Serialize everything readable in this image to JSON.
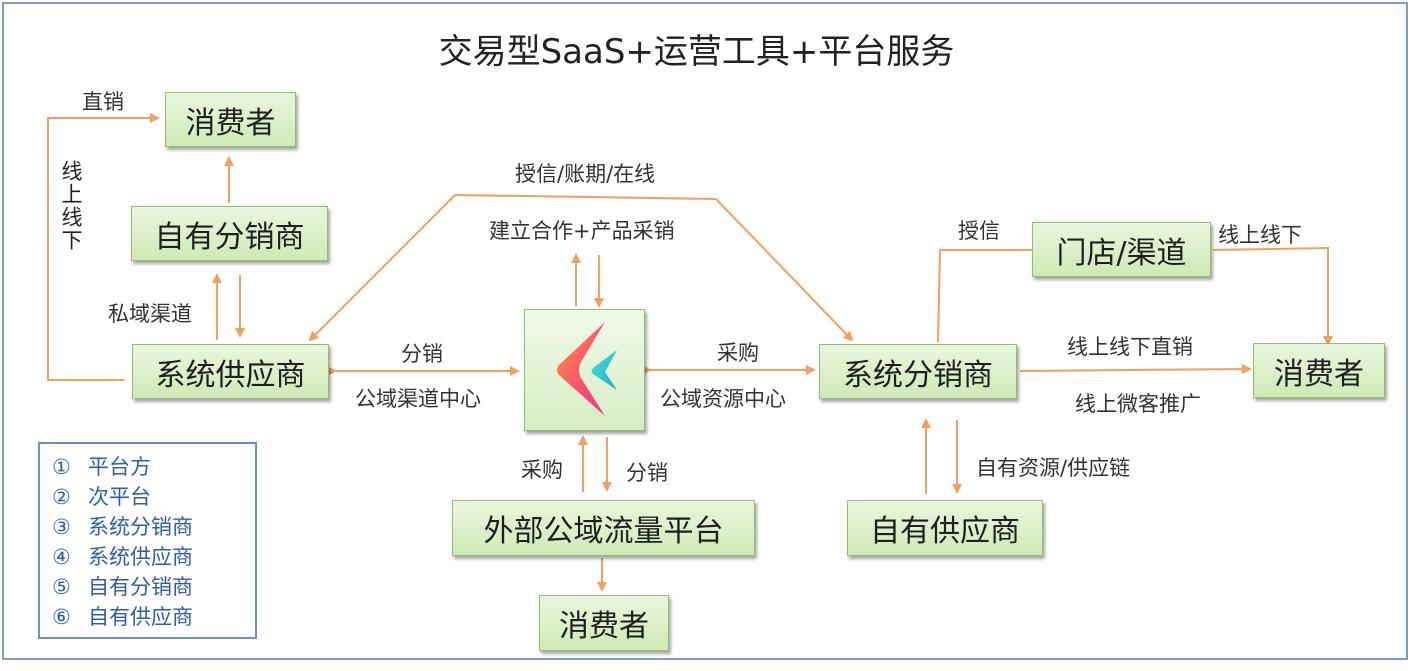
{
  "title": "交易型SaaS+运营工具+平台服务",
  "boxes": {
    "consumer_top_left": "消费者",
    "own_distributor_left": "自有分销商",
    "system_supplier": "系统供应商",
    "external_platform": "外部公域流量平台",
    "consumer_bottom": "消费者",
    "system_distributor": "系统分销商",
    "store_channel": "门店/渠道",
    "consumer_right": "消费者",
    "own_supplier": "自有供应商"
  },
  "labels": {
    "direct_sale": "直销",
    "online_offline_vertical": "线上线下",
    "private_channel": "私域渠道",
    "credit_account_online": "授信/账期/在线",
    "build_cooperation": "建立合作+产品采销",
    "distribution_left": "分销",
    "public_channel_center": "公域渠道中心",
    "purchase_right": "采购",
    "public_resource_center": "公域资源中心",
    "purchase_bottom": "采购",
    "distribution_bottom": "分销",
    "credit": "授信",
    "online_offline": "线上线下",
    "online_offline_direct": "线上线下直销",
    "online_wechat_promo": "线上微客推广",
    "own_resource_supply": "自有资源/供应链"
  },
  "legend": [
    {
      "num": "①",
      "text": "平台方"
    },
    {
      "num": "②",
      "text": "次平台"
    },
    {
      "num": "③",
      "text": "系统分销商"
    },
    {
      "num": "④",
      "text": "系统供应商"
    },
    {
      "num": "⑤",
      "text": "自有分销商"
    },
    {
      "num": "⑥",
      "text": "自有供应商"
    }
  ],
  "colors": {
    "arrow": "#f0a060",
    "box_fill": "#d6edc2",
    "box_border": "#8fbf6f",
    "legend_text": "#2e5fa3",
    "frame": "#7f9cbf"
  },
  "icons": {
    "center_logo": "kuaike-chevron-logo"
  }
}
